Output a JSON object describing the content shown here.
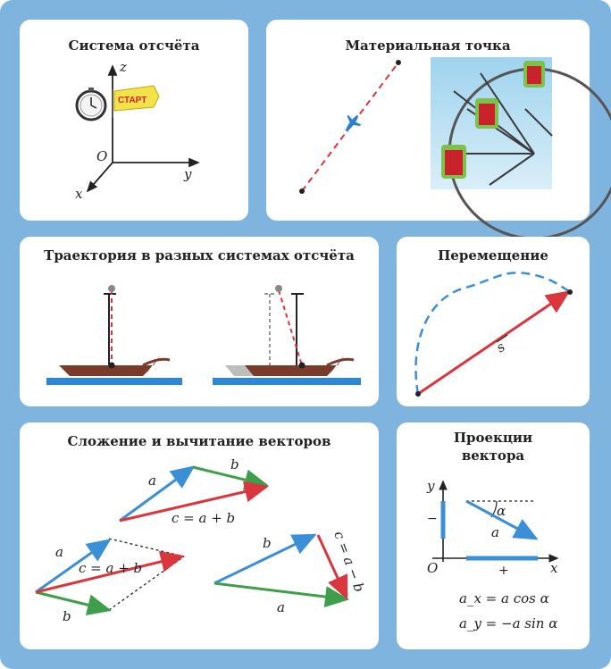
{
  "panels": {
    "reference": {
      "title": "Система отсчёта",
      "axis_z": "z",
      "axis_y": "y",
      "axis_x": "x",
      "origin": "O",
      "flag_text": "СТАРТ"
    },
    "material_point": {
      "title": "Материальная точка"
    },
    "trajectory": {
      "title": "Траектория в разных системах отсчёта"
    },
    "displacement": {
      "title": "Перемещение",
      "vector_label": "s"
    },
    "vectors": {
      "title": "Сложение и вычитание векторов",
      "a": "a",
      "b": "b",
      "sum_formula": "c = a + b",
      "diff_formula": "c = a − b"
    },
    "projections": {
      "title_line1": "Проекции",
      "title_line2": "вектора",
      "axis_y": "y",
      "axis_x": "x",
      "origin": "O",
      "minus": "−",
      "plus": "+",
      "angle": "α",
      "vec": "a",
      "formula_x": "a_x = a cos α",
      "formula_y": "a_y = −a sin α"
    }
  },
  "colors": {
    "frame": "#7fb4de",
    "vector_blue": "#3b8fd6",
    "vector_red": "#d9363e",
    "vector_green": "#3f9e4a",
    "water": "#2b88d8",
    "hull": "#7a3b2a"
  }
}
